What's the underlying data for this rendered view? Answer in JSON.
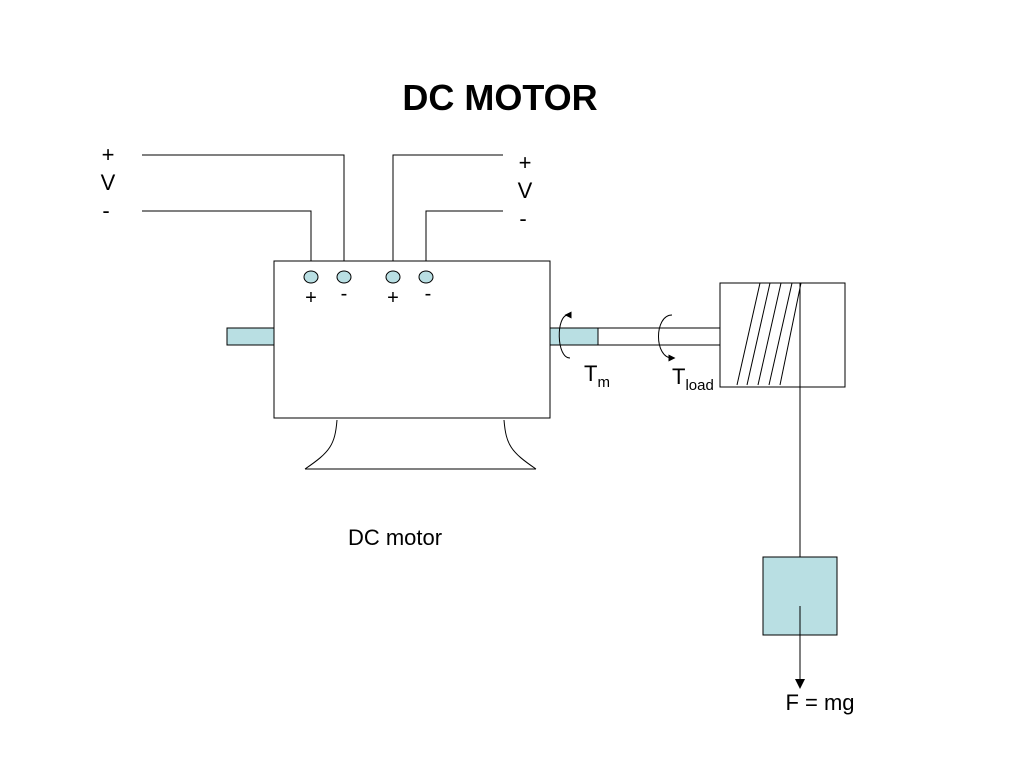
{
  "title": "DC MOTOR",
  "caption": "DC motor",
  "colors": {
    "fill": "#b9dfe3",
    "line": "#000000"
  },
  "supply_left": {
    "plus": "+",
    "v": "V",
    "minus": "-"
  },
  "supply_right": {
    "plus": "+",
    "v": "V",
    "minus": "-"
  },
  "terminals": [
    "+",
    "-",
    "+",
    "-"
  ],
  "torque_motor": {
    "main": "T",
    "sub": "m"
  },
  "torque_load": {
    "main": "T",
    "sub": "load"
  },
  "force": "F = mg"
}
